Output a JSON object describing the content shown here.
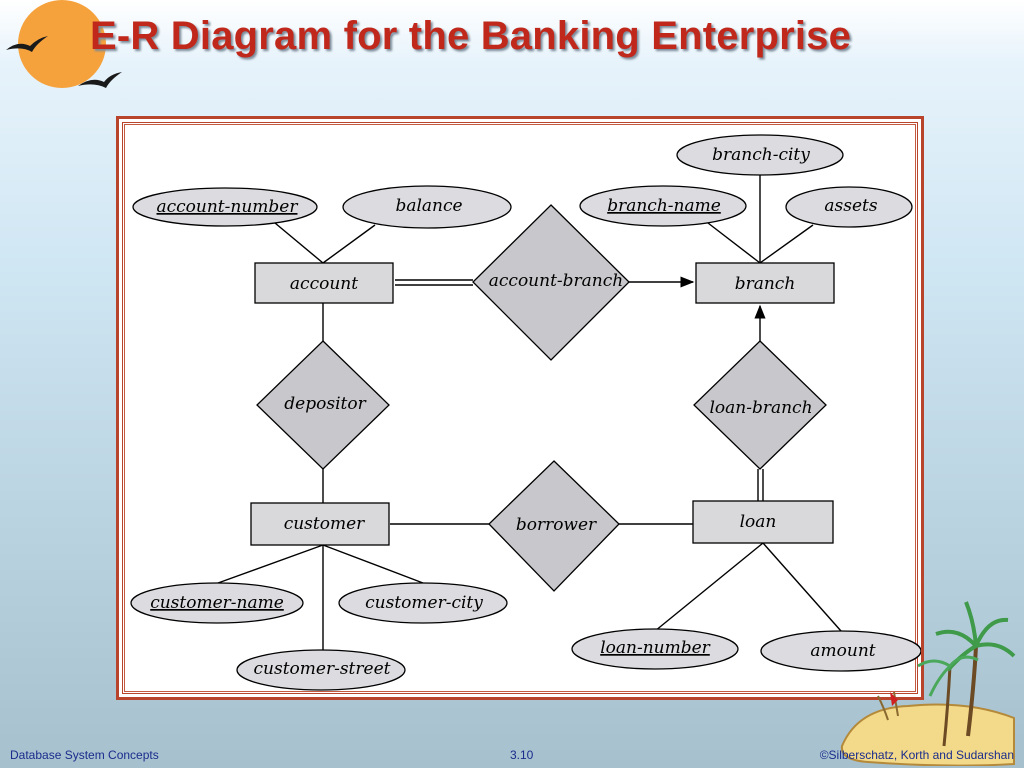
{
  "slide": {
    "title": "E-R Diagram for the Banking Enterprise"
  },
  "footer": {
    "left": "Database System Concepts",
    "center": "3.10",
    "right": "©Silberschatz, Korth and Sudarshan"
  },
  "diagram": {
    "entities": {
      "account": "account",
      "branch": "branch",
      "customer": "customer",
      "loan": "loan"
    },
    "relationships": {
      "account_branch": "account-branch",
      "depositor": "depositor",
      "loan_branch": "loan-branch",
      "borrower": "borrower"
    },
    "attributes": {
      "account_number": "account-number",
      "balance": "balance",
      "branch_city": "branch-city",
      "branch_name": "branch-name",
      "assets": "assets",
      "customer_name": "customer-name",
      "customer_city": "customer-city",
      "customer_street": "customer-street",
      "loan_number": "loan-number",
      "amount": "amount"
    }
  },
  "colors": {
    "title": "#c0281c",
    "frame": "#b8442b",
    "entity_fill": "#d9d9dc",
    "relationship_fill": "#c8c8cc",
    "footer_text": "#1a2c8c"
  },
  "icons": {
    "logo": "sun-with-birds-icon",
    "corner": "palm-island-icon"
  }
}
